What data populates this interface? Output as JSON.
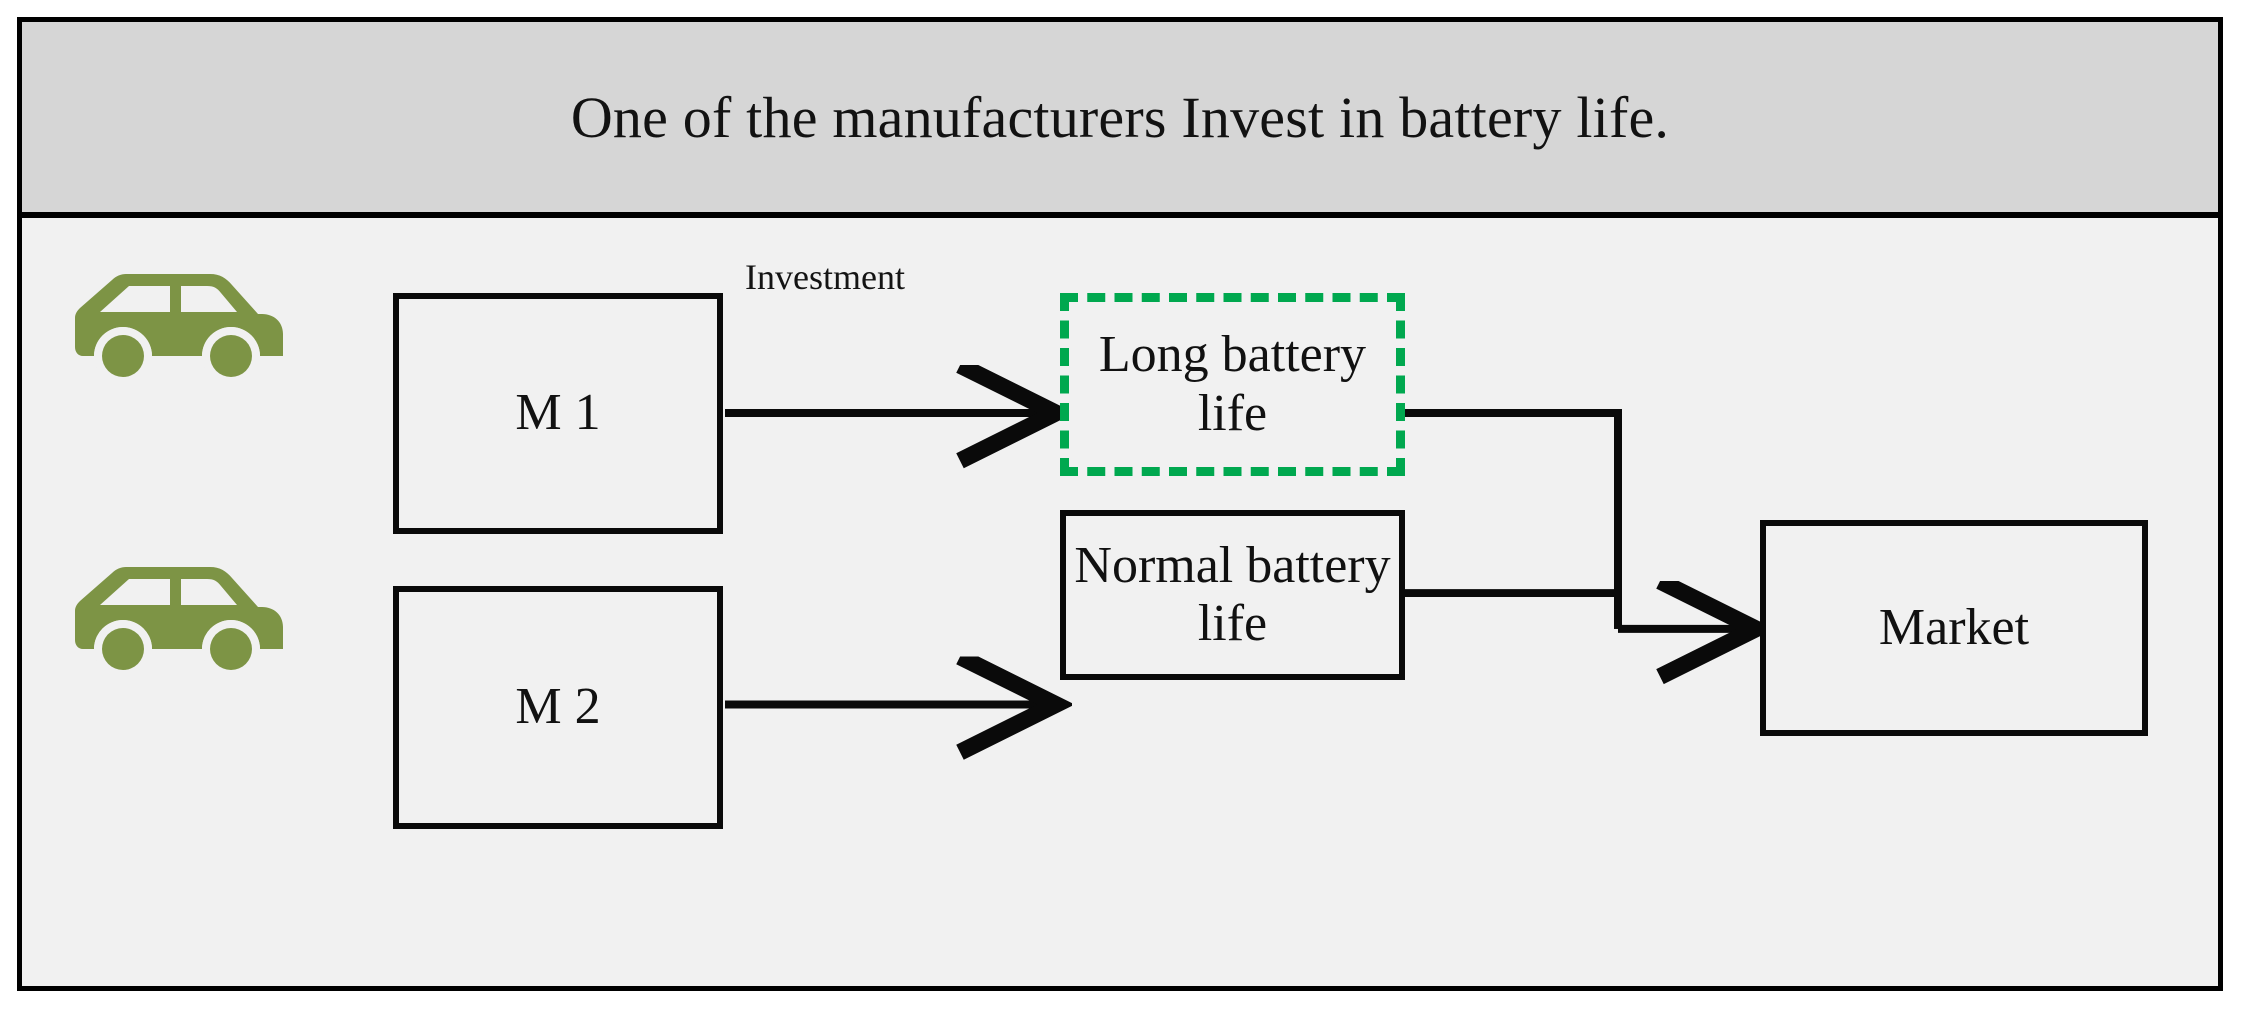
{
  "figure": {
    "title": "One of the manufacturers Invest in battery life.",
    "background": "#f1f1f1",
    "title_band_color": "#d6d6d6",
    "frame_color": "#000000"
  },
  "colors": {
    "car_green": "#7d9445",
    "highlight_green": "#00a84f",
    "line_black": "#0a0a0a"
  },
  "nodes": {
    "m1": {
      "label": "M 1",
      "style": "solid"
    },
    "m2": {
      "label": "M 2",
      "style": "solid"
    },
    "long_battery": {
      "label": "Long battery life",
      "style": "dashed-green"
    },
    "normal_battery": {
      "label": "Normal battery life",
      "style": "solid"
    },
    "market": {
      "label": "Market",
      "style": "solid"
    }
  },
  "icons": {
    "car_m1": "car-icon",
    "car_m2": "car-icon"
  },
  "edges": [
    {
      "from": "m1",
      "to": "long_battery",
      "label": "Investment",
      "arrow": true
    },
    {
      "from": "m2",
      "to": "normal_battery",
      "label": "",
      "arrow": true
    },
    {
      "from": "long_battery",
      "to": "market",
      "label": "",
      "arrow": true
    },
    {
      "from": "normal_battery",
      "to": "market",
      "label": "",
      "arrow": true
    }
  ],
  "labels": {
    "investment": "Investment"
  }
}
